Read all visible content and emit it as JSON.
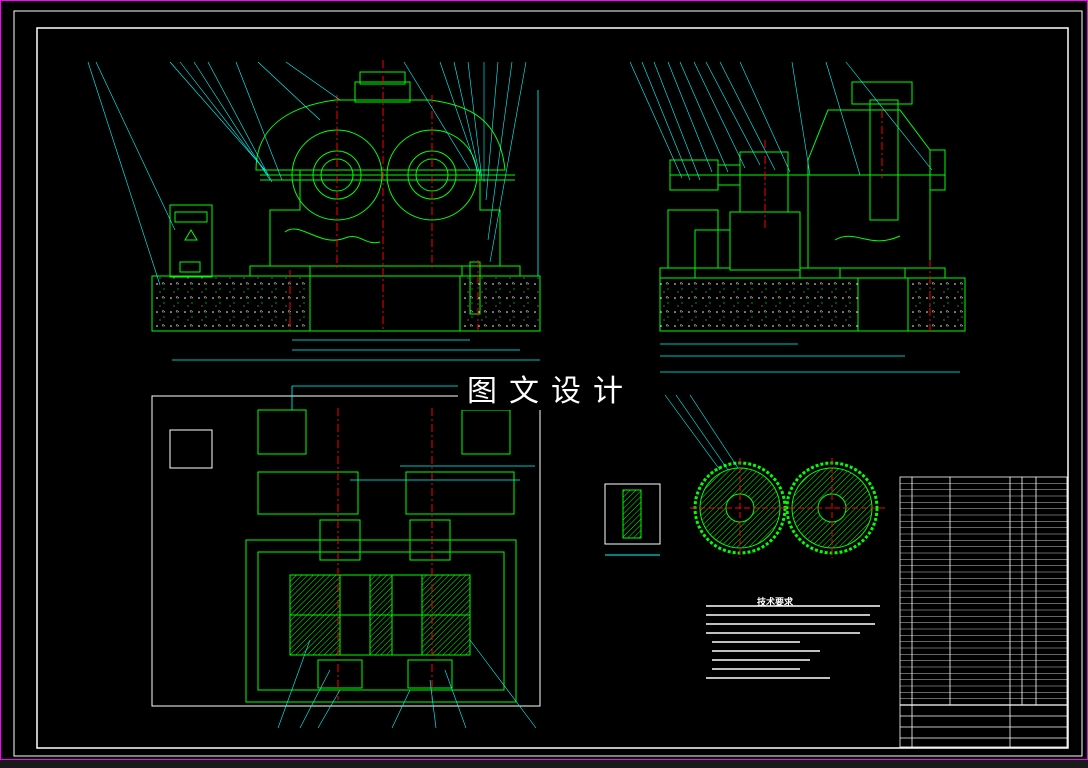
{
  "drawing": {
    "watermark": "图文设计",
    "technical_requirements_title": "技术要求"
  },
  "colors": {
    "background": "#000000",
    "frame": "#ffffff",
    "outline": "#00ff00",
    "centerline": "#ff0000",
    "dimension": "#00ffff",
    "leader": "#00ffff",
    "text": "#ffffff",
    "left_border": "#ff00ff"
  },
  "views": [
    {
      "name": "front-elevation"
    },
    {
      "name": "side-elevation"
    },
    {
      "name": "plan-view"
    },
    {
      "name": "section-detail"
    },
    {
      "name": "roller-detail"
    }
  ],
  "parts_list_rows": 36
}
